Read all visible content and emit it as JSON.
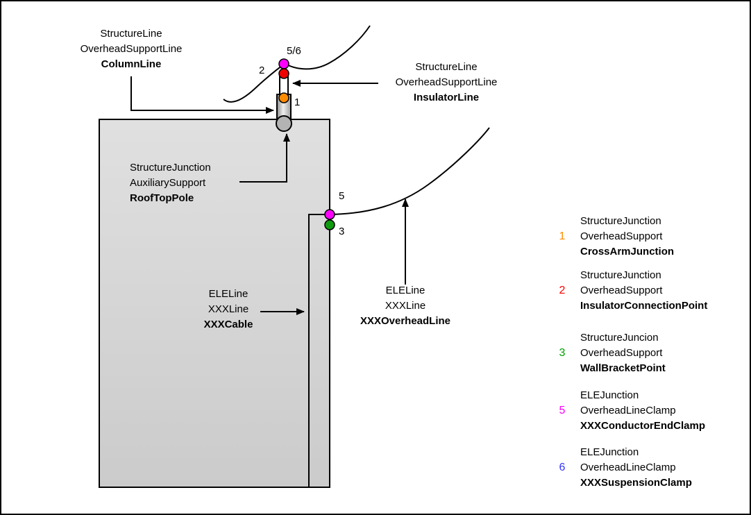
{
  "diagram_title": "",
  "annotations": {
    "column_line": {
      "lines": [
        "StructureLine",
        "OverheadSupportLine",
        "ColumnLine"
      ]
    },
    "insulator_line": {
      "lines": [
        "StructureLine",
        "OverheadSupportLine",
        "InsulatorLine"
      ]
    },
    "roof_top_pole": {
      "lines": [
        "StructureJunction",
        "AuxiliarySupport",
        "RoofTopPole"
      ]
    },
    "cable": {
      "lines": [
        "ELELine",
        "XXXLine",
        "XXXCable"
      ]
    },
    "overhead_line": {
      "lines": [
        "ELELine",
        "XXXLine",
        "XXXOverheadLine"
      ]
    }
  },
  "point_labels": {
    "cross_arm_junction": "1",
    "insulator_connection_point": "2",
    "wall_bracket_point": "3",
    "conductor_end_clamp": "5",
    "conductor_and_suspension_clamp": "5/6"
  },
  "dot_colors": {
    "orange": "#ff8c00",
    "red": "#ee0000",
    "green": "#0f9b0f",
    "magenta": "#ff00ff"
  },
  "shape_colors": {
    "building_fill_top": "#e0e0e0",
    "building_fill_bottom": "#cbcbcb",
    "pole_base_fill": "#b3b3b3",
    "insulator_fill": "#ffffff",
    "line_color": "#000000"
  },
  "legend": {
    "items": [
      {
        "num": "1",
        "color": "#ff8c00",
        "lines": [
          "StructureJunction",
          "OverheadSupport",
          "CrossArmJunction"
        ]
      },
      {
        "num": "2",
        "color": "#ff0000",
        "lines": [
          "StructureJunction",
          "OverheadSupport",
          "InsulatorConnectionPoint"
        ]
      },
      {
        "num": "3",
        "color": "#00a000",
        "lines": [
          "StructureJuncion",
          "OverheadSupport",
          "WallBracketPoint"
        ]
      },
      {
        "num": "5",
        "color": "#ff00ff",
        "lines": [
          "ELEJunction",
          "OverheadLineClamp",
          "XXXConductorEndClamp"
        ]
      },
      {
        "num": "6",
        "color": "#3333ff",
        "lines": [
          "ELEJunction",
          "OverheadLineClamp",
          "XXXSuspensionClamp"
        ]
      }
    ]
  }
}
